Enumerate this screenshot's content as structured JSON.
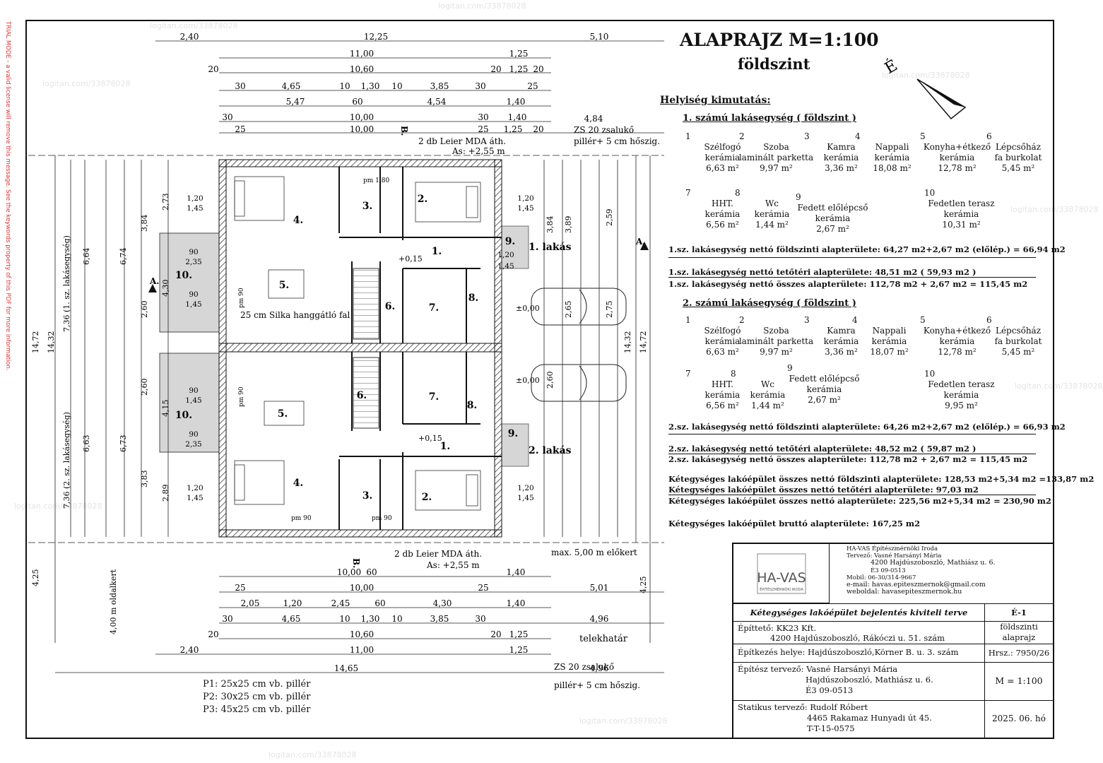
{
  "watermark": "TRIAL MODE - a valid license will remove this message. See the keywords property of this PDF for more information.",
  "watermark_bg": "logitan.com/33878028",
  "title": "ALAPRAJZ  M=1:100",
  "subtitle": "földszint",
  "north_label": "É",
  "schedule": {
    "heading": "Helyiség kimutatás:",
    "unit1": {
      "title": "1. számú lakásegység ( földszint )",
      "rooms": [
        {
          "num": "1",
          "name": "Szélfogó",
          "finish": "kerámia",
          "area": "6,63 m²"
        },
        {
          "num": "2",
          "name": "Szoba",
          "finish": "laminált parketta",
          "area": "9,97 m²"
        },
        {
          "num": "3",
          "name": "Kamra",
          "finish": "kerámia",
          "area": "3,36 m²"
        },
        {
          "num": "4",
          "name": "Nappali",
          "finish": "kerámia",
          "area": "18,08 m²"
        },
        {
          "num": "5",
          "name": "Konyha+étkező",
          "finish": "kerámia",
          "area": "12,78 m²"
        },
        {
          "num": "6",
          "name": "Lépcsőház",
          "finish": "fa burkolat",
          "area": "5,45 m²"
        },
        {
          "num": "7",
          "name": "HHT.",
          "finish": "kerámia",
          "area": "6,56 m²"
        },
        {
          "num": "8",
          "name": "Wc",
          "finish": "kerámia",
          "area": "1,44 m²"
        },
        {
          "num": "9",
          "name": "Fedett előlépcső",
          "finish": "kerámia",
          "area": "2,67 m²"
        },
        {
          "num": "10",
          "name": "Fedetlen terasz",
          "finish": "kerámia",
          "area": "10,31 m²"
        }
      ],
      "line1": "1.sz. lakásegység nettó földszinti alapterülete: 64,27 m2+2,67 m2 (előlép.) = 66,94 m2",
      "line2": "1.sz. lakásegység nettó tetőtéri  alapterülete: 48,51 m2 ( 59,93 m2 )",
      "line3": "1.sz. lakásegység nettó összes alapterülete: 112,78 m2 + 2,67 m2 = 115,45 m2"
    },
    "unit2": {
      "title": "2. számú lakásegység ( földszint )",
      "rooms": [
        {
          "num": "1",
          "name": "Szélfogó",
          "finish": "kerámia",
          "area": "6,63 m²"
        },
        {
          "num": "2",
          "name": "Szoba",
          "finish": "laminált parketta",
          "area": "9,97 m²"
        },
        {
          "num": "3",
          "name": "Kamra",
          "finish": "kerámia",
          "area": "3,36 m²"
        },
        {
          "num": "4",
          "name": "Nappali",
          "finish": "kerámia",
          "area": "18,07 m²"
        },
        {
          "num": "5",
          "name": "Konyha+étkező",
          "finish": "kerámia",
          "area": "12,78 m²"
        },
        {
          "num": "6",
          "name": "Lépcsőház",
          "finish": "fa burkolat",
          "area": "5,45 m²"
        },
        {
          "num": "7",
          "name": "HHT.",
          "finish": "kerámia",
          "area": "6,56 m²"
        },
        {
          "num": "8",
          "name": "Wc",
          "finish": "kerámia",
          "area": "1,44 m²"
        },
        {
          "num": "9",
          "name": "Fedett előlépcső",
          "finish": "kerámia",
          "area": "2,67 m²"
        },
        {
          "num": "10",
          "name": "Fedetlen terasz",
          "finish": "kerámia",
          "area": "9,95 m²"
        }
      ],
      "line1": "2.sz. lakásegység nettó földszinti alapterülete: 64,26 m2+2,67 m2 (előlép.) = 66,93 m2",
      "line2": "2.sz. lakásegység nettó tetőtéri  alapterülete: 48,52 m2 ( 59,87 m2 )",
      "line3": "2.sz. lakásegység nettó összes alapterülete: 112,78 m2 + 2,67 m2 = 115,45 m2"
    },
    "total1": "Kétegységes lakóépület összes nettó földszinti alapterülete: 128,53 m2+5,34 m2 =133,87 m2",
    "total2": "Kétegységes lakóépület összes nettó tetőtéri alapterülete: 97,03 m2",
    "total3": "Kétegységes lakóépület összes nettó  alapterülete: 225,56 m2+5,34 m2 = 230,90 m2",
    "total4": "Kétegységes lakóépület bruttó alapterülete: 167,25 m2"
  },
  "title_block": {
    "logo": "HA-VAS",
    "logo_sub": "ÉPÍTÉSZMÉRNÖKI IRODA",
    "office": "HA-VAS Építészmérnöki Iroda",
    "designer": "Tervező: Vasné Harsányi Mária",
    "address": "4200 Hajdúszoboszló, Mathiász u. 6.",
    "reg": "É3 09-0513",
    "mobile": "Mobil: 06-30/314-9667",
    "email": "e-mail: havas.epiteszmernok@gmail.com",
    "web": "weboldal: havasepiteszmernok.hu",
    "project": "Kétegységes lakóépület bejelentés kiviteli terve",
    "sheet_no": "É-1",
    "client_label": "Építtető:",
    "client_name": "KK23 Kft.",
    "client_addr": "4200 Hajdúszoboszló, Rákóczi u. 51. szám",
    "sheet_title1": "földszinti",
    "sheet_title2": "alaprajz",
    "site_label": "Építkezés helye:",
    "site": "Hajdúszoboszló,Körner B. u. 3. szám",
    "hrsz": "Hrsz.: 7950/26",
    "arch_label": "Építész tervező:",
    "arch_name": "Vasné Harsányi Mária",
    "arch_addr": "Hajdúszoboszló, Mathiász u. 6.",
    "arch_reg": "É3 09-0513",
    "scale": "M = 1:100",
    "stat_label": "Statikus tervező:",
    "stat_name": "Rudolf Róbert",
    "stat_addr": "4465 Rakamaz Hunyadi út 45.",
    "stat_reg": "T-T-15-0575",
    "date": "2025. 06. hó"
  },
  "legend": [
    "P1: 25x25 cm vb. pillér",
    "P2: 30x25 cm vb. pillér",
    "P3: 45x25 cm vb. pillér"
  ],
  "plan": {
    "top_dims": [
      "2,40",
      "12,25",
      "5,10",
      "11,00",
      "1,25",
      "20",
      "10,60",
      "20",
      "1,25",
      "20",
      "30",
      "4,65",
      "10",
      "1,30",
      "10",
      "3,85",
      "30",
      "25",
      "5,47",
      "60",
      "4,54",
      "1,40",
      "30",
      "10,00",
      "30",
      "1,40",
      "4,84",
      "25",
      "10,00",
      "25",
      "1,25",
      "20"
    ],
    "bottom_dims": [
      "10,00",
      "60",
      "1,40",
      "25",
      "10,00",
      "25",
      "5,01",
      "2,05",
      "1,20",
      "2,45",
      "60",
      "4,30",
      "1,40",
      "30",
      "4,65",
      "10",
      "1,30",
      "10",
      "3,85",
      "30",
      "4,96",
      "20",
      "10,60",
      "20",
      "1,25",
      "2,40",
      "11,00",
      "1,25",
      "14,65",
      "4,96"
    ],
    "left_dims": [
      "14,72",
      "14,32",
      "7,36 (1. sz. lakásegység)",
      "7,36 (2. sz. lakásegység)",
      "6,64",
      "6,74",
      "6,63",
      "6,73",
      "2,73",
      "3,84",
      "4,30",
      "2,60",
      "4,15",
      "2,60",
      "3,83",
      "2,89",
      "4,25"
    ],
    "right_dims": [
      "14,32",
      "14,72",
      "4,25",
      "3,84",
      "3,89",
      "2,65",
      "2,75",
      "2,60",
      "2,59"
    ],
    "room_labels": [
      "4.",
      "3.",
      "2.",
      "1.",
      "9.",
      "5.",
      "6.",
      "7.",
      "8.",
      "10.",
      "4.",
      "3.",
      "2.",
      "1.",
      "9.",
      "5.",
      "6.",
      "7.",
      "8.",
      "10."
    ],
    "unit1_label": "1. lakás",
    "unit2_label": "2. lakás",
    "section_a": "A.",
    "section_b": "B.",
    "wall_note": "25 cm Silka hanggátló fal",
    "leier_top": "2 db Leier MDA áth.",
    "as_top": "As: +2,55 m",
    "leier_bottom": "2 db Leier MDA áth.",
    "as_bottom": "As: +2,55 m",
    "zs_top1": "ZS 20 zsalukő",
    "zs_top2": "pillér+ 5 cm hőszig.",
    "zs_bot1": "ZS 20 zsalukő",
    "zs_bot2": "pillér+ 5 cm hőszig.",
    "elokert": "max. 5,00 m előkert",
    "oldalkert": "4,00 m oldalkert",
    "telekhatar": "telekhatár",
    "level_top": "+0,15",
    "level_car1": "±0,00",
    "level_car2": "±0,00",
    "level_bot": "+0,15",
    "pm_labels": [
      "pm 1,80",
      "pm 90",
      "pm 90",
      "pm 90",
      "pm 90"
    ],
    "window_labels": [
      "1,20",
      "1,45",
      "90",
      "2,35",
      "90",
      "1,45",
      "1,20",
      "1,45",
      "90",
      "1,45",
      "90",
      "2,35",
      "1,20",
      "1,45",
      "1,20",
      "1,45",
      "1,20",
      "1,45"
    ]
  }
}
